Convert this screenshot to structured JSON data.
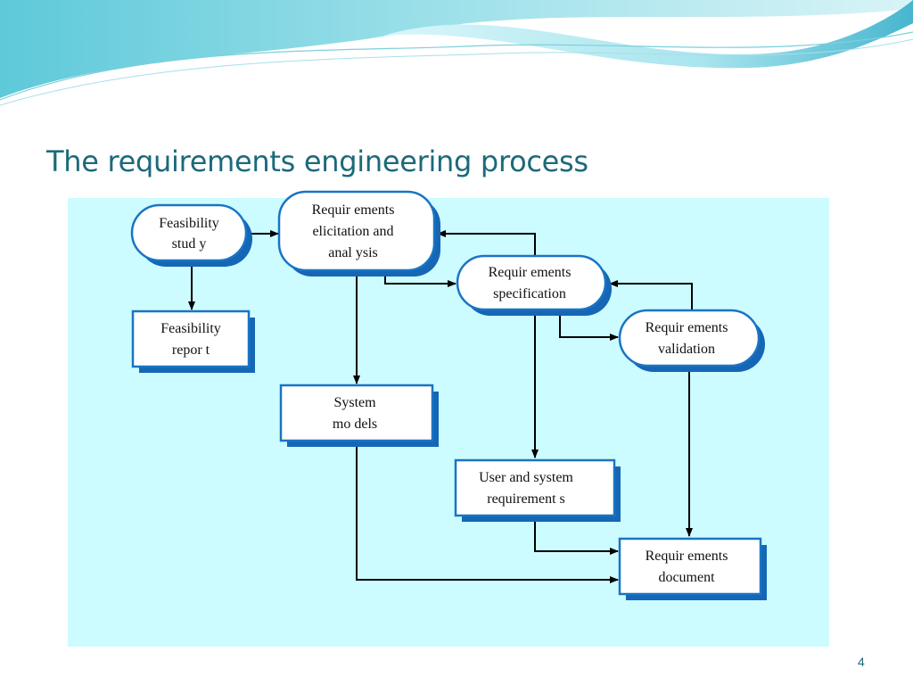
{
  "slide": {
    "title": "The requirements engineering process",
    "page_number": "4"
  },
  "colors": {
    "title": "#1b6a7a",
    "panel_background": "#ccfcff",
    "node_border": "#1a74c4",
    "node_shadow": "#1566b5",
    "arrow": "#000000",
    "wave_accent": "#5ec9d9"
  },
  "diagram": {
    "processes": {
      "feasibility_study": [
        "Feasibility",
        "stud y"
      ],
      "elicitation": [
        "Requir ements",
        "elicitation and",
        "anal ysis"
      ],
      "specification": [
        "Requir ements",
        "specification"
      ],
      "validation": [
        "Requir ements",
        "validation"
      ]
    },
    "documents": {
      "feasibility_report": [
        "Feasibility",
        "repor t"
      ],
      "system_models": [
        "System",
        "mo dels"
      ],
      "user_system_requirements": [
        "User and system",
        "requirement s"
      ],
      "requirements_document": [
        "Requir ements",
        "document"
      ]
    },
    "flows": [
      {
        "from": "Feasibility study",
        "to": "Requirements elicitation and analysis"
      },
      {
        "from": "Feasibility study",
        "to": "Feasibility report"
      },
      {
        "from": "Requirements elicitation and analysis",
        "to": "System models"
      },
      {
        "from": "Requirements elicitation and analysis",
        "to": "Requirements specification"
      },
      {
        "from": "Requirements specification",
        "to": "Requirements elicitation and analysis"
      },
      {
        "from": "Requirements specification",
        "to": "Requirements validation"
      },
      {
        "from": "Requirements specification",
        "to": "User and system requirements"
      },
      {
        "from": "Requirements validation",
        "to": "Requirements specification"
      },
      {
        "from": "Requirements validation",
        "to": "Requirements document"
      },
      {
        "from": "User and system requirements",
        "to": "Requirements document"
      },
      {
        "from": "System models",
        "to": "Requirements document"
      }
    ]
  }
}
